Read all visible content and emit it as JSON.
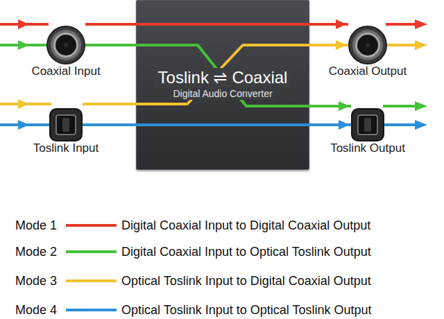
{
  "diagram": {
    "nodes": [
      {
        "text": [
          "Coaxial Input"
        ]
      },
      {
        "text": [
          "Toslink ⇌ Coaxial",
          "Digital Audio Converter"
        ]
      },
      {
        "text": [
          "Coaxial Output"
        ]
      },
      {
        "text": [
          "Toslink Input"
        ]
      },
      {
        "text": [
          "Toslink Output"
        ]
      }
    ],
    "edges": [
      {
        "from": 0,
        "to": 2,
        "arrow": "to"
      },
      {
        "from": 0,
        "to": 4,
        "arrow": "to"
      },
      {
        "from": 3,
        "to": 2,
        "arrow": "to"
      },
      {
        "from": 3,
        "to": 4,
        "arrow": "to"
      }
    ],
    "labels": [
      "Mode 1",
      "Mode 2",
      "Mode 3",
      "Mode 4"
    ],
    "legend": [
      {
        "text": "Digital Coaxial Input to Digital Coaxial Output",
        "color": "#e8392a"
      },
      {
        "text": "Digital Coaxial Input to Optical Toslink Output",
        "color": "#45c13a"
      },
      {
        "text": "Optical Toslink Input to Digital Coaxial Output",
        "color": "#f2c230"
      },
      {
        "text": "Optical Toslink Input to Optical Toslink Output",
        "color": "#2c8fd8"
      }
    ]
  }
}
